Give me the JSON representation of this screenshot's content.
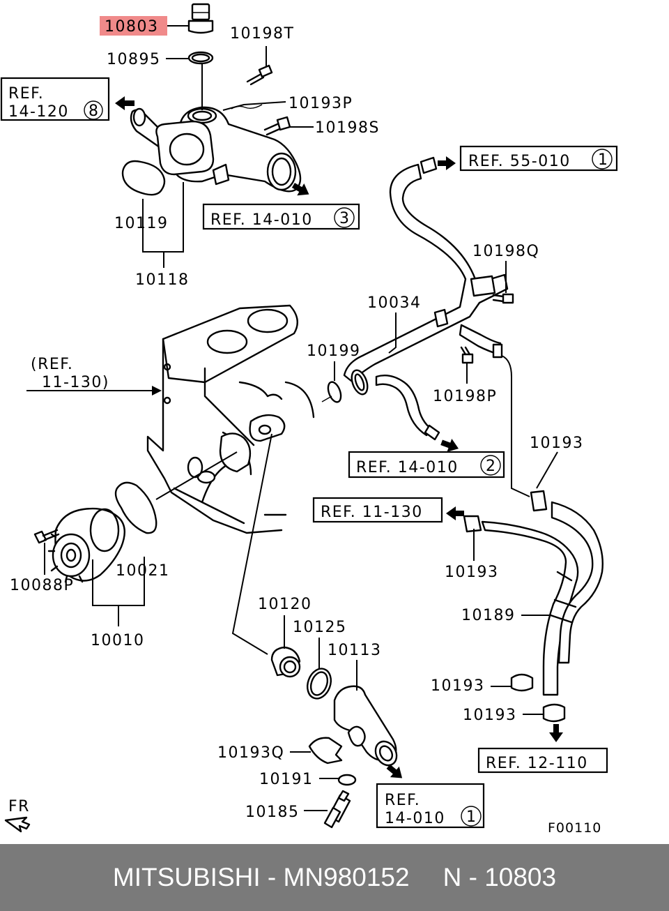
{
  "highlight_color": "#f08a8a",
  "parts": {
    "p10803": "10803",
    "p10895": "10895",
    "p10198T": "10198T",
    "p10193P": "10193P",
    "p10198S": "10198S",
    "p10119": "10119",
    "p10118": "10118",
    "p10198Q": "10198Q",
    "p10034": "10034",
    "p10199": "10199",
    "p10198P": "10198P",
    "p10193a": "10193",
    "p10193b": "10193",
    "p10193c": "10193",
    "p10193d": "10193",
    "p10021": "10021",
    "p10088P": "10088P",
    "p10010": "10010",
    "p10120": "10120",
    "p10125": "10125",
    "p10113": "10113",
    "p10189": "10189",
    "p10193Q": "10193Q",
    "p10191": "10191",
    "p10185": "10185"
  },
  "refs": {
    "ref_14_120_a": "REF.",
    "ref_14_120_b": "14-120",
    "ref_14_120_n": "8",
    "ref_55_010": "REF. 55-010",
    "ref_55_010_n": "1",
    "ref_14_010_3": "REF. 14-010",
    "ref_14_010_3_n": "3",
    "ref_11_130_a": "(REF.",
    "ref_11_130_b": "11-130)",
    "ref_14_010_2": "REF. 14-010",
    "ref_14_010_2_n": "2",
    "ref_11_130_box": "REF. 11-130",
    "ref_12_110": "REF. 12-110",
    "ref_14_010_1_a": "REF.",
    "ref_14_010_1_b": "14-010",
    "ref_14_010_1_n": "1"
  },
  "front_label": "FR",
  "figure_code": "F00110",
  "footer": {
    "brand": "MITSUBISHI",
    "sep1": " - ",
    "part_number": "MN980152",
    "pos_prefix": "N",
    "sep2": " - ",
    "position": "10803"
  }
}
